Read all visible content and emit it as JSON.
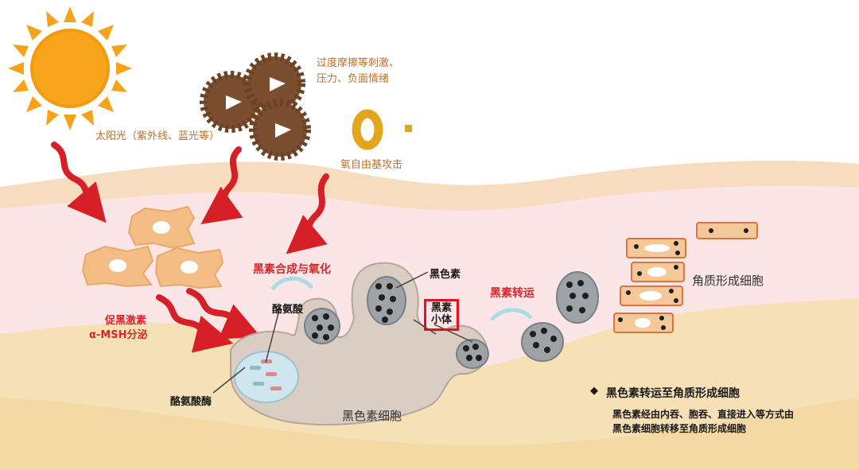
{
  "colors": {
    "skin_outer": "#f6ead6",
    "skin_top_band": "#f8dcc4",
    "skin_pink": "#fbe7e8",
    "dermis": "#f7e2b8",
    "arrow_red": "#d61f26",
    "sun": "#f7a21b",
    "melanin_dark": "#222222",
    "melanosome_gray": "#9ea3a7",
    "keratinocyte": "#f5c89a",
    "cell_orange": "#f4b982"
  },
  "labels": {
    "sunlight": "太阳光（紫外线、蓝光等）",
    "stress_line1": "过度摩擦等刺激、",
    "stress_line2": "压力、负面情绪",
    "free_radical": "氧自由基攻击",
    "hormone_line1": "促黑激素",
    "hormone_line2": "α-MSH分泌",
    "synthesis": "黑素合成与氧化",
    "tyrosine": "酪氨酸",
    "tyrosinase": "酪氨酸酶",
    "melanin": "黑色素",
    "melanosome_line1": "黑素",
    "melanosome_line2": "小体",
    "transport": "黑素转运",
    "melanocyte": "黑色素细胞",
    "keratinocyte": "角质形成细胞",
    "note_title": "黑色素转运至角质形成细胞",
    "note_line1": "黑色素经由内吞、胞吞、直接进入等方式由",
    "note_line2": "黑色素细胞转移至角质形成细胞",
    "bullet": "◆"
  },
  "icons": [
    "sun-icon",
    "virus-icon",
    "free-radical-icon",
    "wavy-arrow-icon"
  ]
}
